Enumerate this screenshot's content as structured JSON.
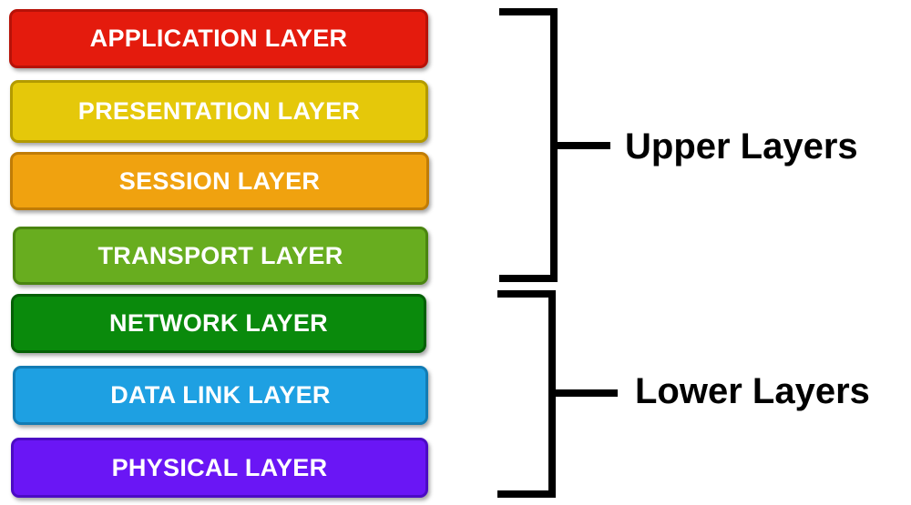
{
  "layers": [
    {
      "label": "APPLICATION LAYER",
      "fill": "#e41b0d",
      "border": "#b71208"
    },
    {
      "label": "PRESENTATION LAYER",
      "fill": "#e5c80a",
      "border": "#b39a00"
    },
    {
      "label": "SESSION LAYER",
      "fill": "#f0a20f",
      "border": "#c07c06"
    },
    {
      "label": "TRANSPORT LAYER",
      "fill": "#68ad1f",
      "border": "#4a8510"
    },
    {
      "label": "NETWORK LAYER",
      "fill": "#0a8a0c",
      "border": "#056006"
    },
    {
      "label": "DATA LINK LAYER",
      "fill": "#1ea0e2",
      "border": "#127cb4"
    },
    {
      "label": "PHYSICAL LAYER",
      "fill": "#6a16f5",
      "border": "#4c0bc4"
    }
  ],
  "groups": {
    "upper": {
      "label": "Upper Layers",
      "layers": [
        0,
        1,
        2,
        3
      ]
    },
    "lower": {
      "label": "Lower Layers",
      "layers": [
        4,
        5,
        6
      ]
    }
  },
  "colors": {
    "text_on_layer": "#ffffff",
    "brace": "#000000",
    "group_label": "#000000"
  }
}
